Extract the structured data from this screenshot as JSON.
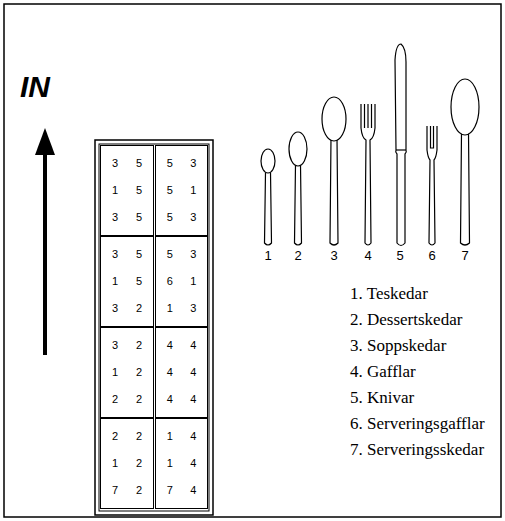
{
  "diagram": {
    "nodes": [
      {
        "text": [
          "3",
          "5",
          "1",
          "5",
          "3",
          "5"
        ]
      },
      {
        "text": [
          "5",
          "3",
          "5",
          "1",
          "5",
          "3"
        ]
      },
      {
        "text": [
          "3",
          "5",
          "1",
          "5",
          "3",
          "2"
        ]
      },
      {
        "text": [
          "5",
          "3",
          "6",
          "1",
          "1",
          "3"
        ]
      },
      {
        "text": [
          "3",
          "2",
          "1",
          "2",
          "2",
          "2"
        ]
      },
      {
        "text": [
          "4",
          "4",
          "4",
          "4",
          "4",
          "4"
        ]
      },
      {
        "text": [
          "2",
          "2",
          "1",
          "2",
          "7",
          "2"
        ]
      },
      {
        "text": [
          "1",
          "4",
          "1",
          "4",
          "7",
          "4"
        ]
      }
    ],
    "labels": [
      "IN",
      "1",
      "2",
      "3",
      "4",
      "5",
      "6",
      "7",
      "1. Teskedar",
      "2. Dessertskedar",
      "3. Soppskedar",
      "4. Gafflar",
      "5. Knivar",
      "6. Serveringsgafflar",
      "7. Serveringsskedar"
    ]
  }
}
